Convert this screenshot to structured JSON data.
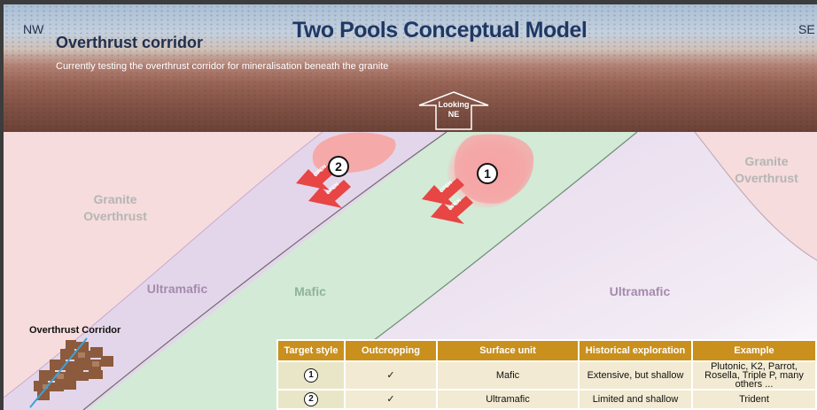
{
  "header": {
    "title": "Two Pools Conceptual Model",
    "left_direction": "NW",
    "right_direction": "SE",
    "subtitle": "Overthrust corridor",
    "caption": "Currently testing the overthrust corridor for mineralisation beneath the granite",
    "looking_line1": "Looking",
    "looking_line2": "NE"
  },
  "units": {
    "granite_left": "Granite Overthrust",
    "granite_right": "Granite Overthrust",
    "ultramafic_left": "Ultramafic",
    "mafic": "Mafic",
    "ultramafic_right": "Ultramafic"
  },
  "targets": {
    "target_1": "1",
    "target_2": "2",
    "open_label": "OPEN"
  },
  "inset": {
    "title": "Overthrust Corridor"
  },
  "table": {
    "headers": [
      "Target style",
      "Outcropping",
      "Surface unit",
      "Historical exploration",
      "Example"
    ],
    "rows": [
      {
        "target": "1",
        "outcropping": "✓",
        "surface_unit": "Mafic",
        "exploration": "Extensive, but shallow",
        "example": "Plutonic, K2, Parrot, Rosella, Triple P, many others ..."
      },
      {
        "target": "2",
        "outcropping": "✓",
        "surface_unit": "Ultramafic",
        "exploration": "Limited and shallow",
        "example": "Trident"
      }
    ]
  },
  "colors": {
    "title_blue": "#1f3864",
    "granite_pink": "#f6dcdc",
    "ultramafic_purple": "#e4d6ea",
    "mafic_green": "#d2ead6",
    "target_red": "#f29a9a",
    "arrow_red": "#e84545",
    "table_header_gold": "#c9901e",
    "table_row_cream": "#f2ead2"
  }
}
